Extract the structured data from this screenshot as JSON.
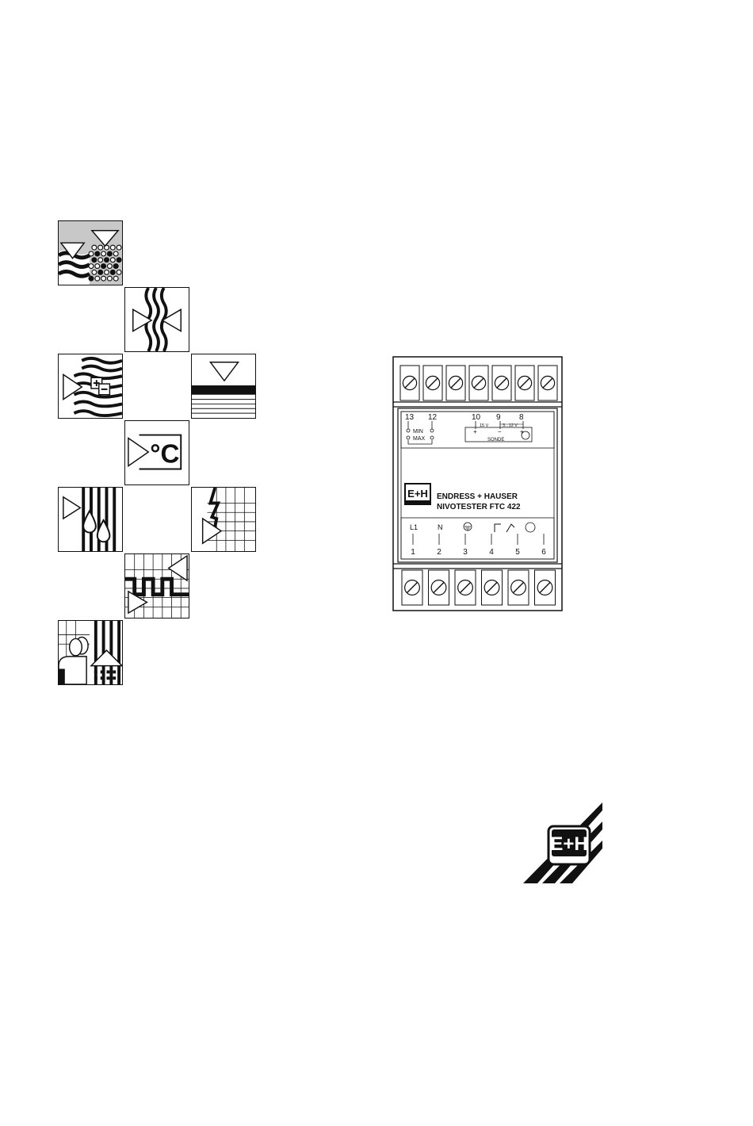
{
  "tiles": [
    {
      "id": "tile-level-liquid-solid",
      "icon": "level-limit-liquid-solid-icon"
    },
    {
      "id": "tile-flow",
      "icon": "flow-icon"
    },
    {
      "id": "tile-analysis",
      "icon": "analysis-icon"
    },
    {
      "id": "tile-level-layers",
      "icon": "level-layers-icon"
    },
    {
      "id": "tile-temperature",
      "icon": "temperature-icon",
      "label": "°C"
    },
    {
      "id": "tile-moisture",
      "icon": "moisture-icon"
    },
    {
      "id": "tile-pressure",
      "icon": "pressure-icon"
    },
    {
      "id": "tile-signal",
      "icon": "signal-transmission-icon"
    },
    {
      "id": "tile-service",
      "icon": "service-icon"
    }
  ],
  "device": {
    "top_label_numbers": [
      "13",
      "12",
      "10",
      "9",
      "8"
    ],
    "min_label": "MIN",
    "max_label": "MAX",
    "volt_15": "15 V",
    "volt_3_12": "3...12 V",
    "plus1": "+",
    "minus": "−",
    "plus2": "+",
    "sonde_label": "SONDE",
    "brand_line1": "ENDRESS + HAUSER",
    "brand_line2": "NIVOTESTER FTC 422",
    "logo_text": "E+H",
    "bottom_labels": [
      "L1",
      "N"
    ],
    "bottom_numbers": [
      "1",
      "2",
      "3",
      "4",
      "5",
      "6"
    ]
  },
  "corner_logo": {
    "text": "E+H"
  }
}
